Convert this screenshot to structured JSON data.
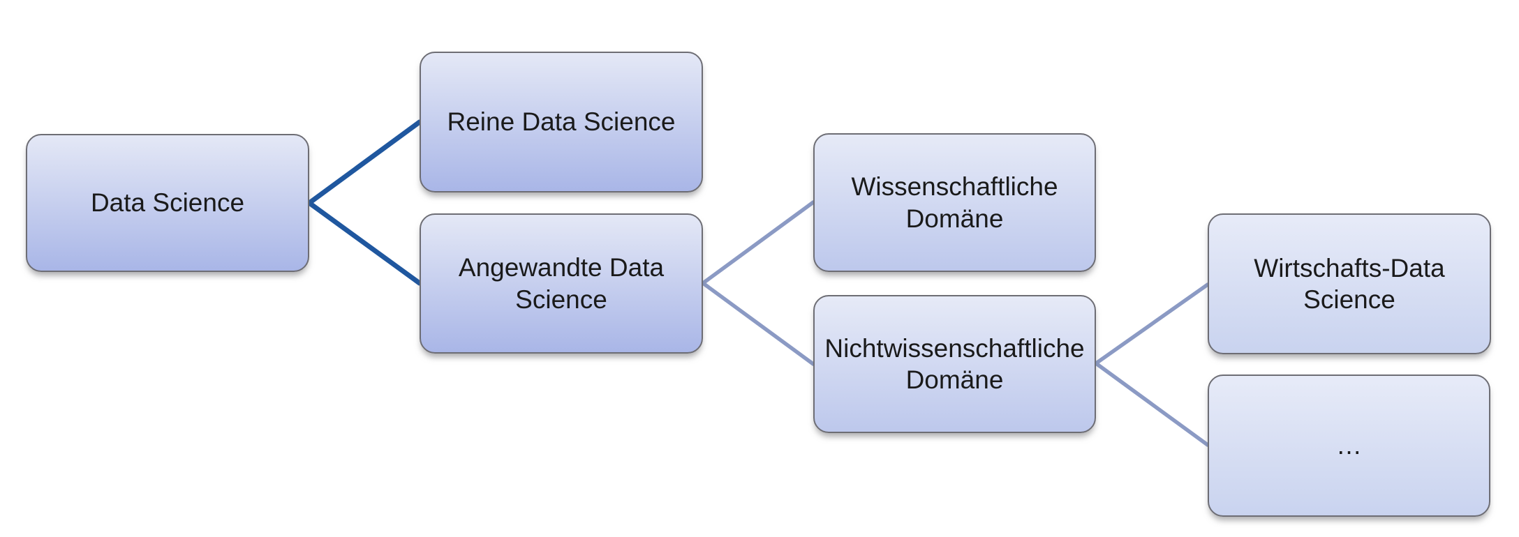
{
  "diagram": {
    "type": "hierarchy-tree",
    "orientation": "left-to-right",
    "nodes": [
      {
        "id": "data-science",
        "label": "Data Science",
        "level": 1
      },
      {
        "id": "reine",
        "label": "Reine Data Science",
        "level": 2
      },
      {
        "id": "angewandte",
        "label": "Angewandte Data Science",
        "level": 2
      },
      {
        "id": "wissenschaftliche",
        "label": "Wissenschaftliche Domäne",
        "level": 3
      },
      {
        "id": "nichtwissenschaftliche",
        "label": "Nichtwissenschaftliche Domäne",
        "level": 3
      },
      {
        "id": "wirtschafts",
        "label": "Wirtschafts-Data Science",
        "level": 4
      },
      {
        "id": "ellipsis",
        "label": "…",
        "level": 4
      }
    ],
    "edges": [
      {
        "from": "data-science",
        "to": "reine",
        "style": "dark"
      },
      {
        "from": "data-science",
        "to": "angewandte",
        "style": "dark"
      },
      {
        "from": "angewandte",
        "to": "wissenschaftliche",
        "style": "light"
      },
      {
        "from": "angewandte",
        "to": "nichtwissenschaftliche",
        "style": "light"
      },
      {
        "from": "nichtwissenschaftliche",
        "to": "wirtschafts",
        "style": "light"
      },
      {
        "from": "nichtwissenschaftliche",
        "to": "ellipsis",
        "style": "light"
      }
    ]
  },
  "colors": {
    "background": "#ffffff",
    "node_border": "#6d6d74",
    "node_text": "#1a1a1a",
    "connector_dark": "#1f579f",
    "connector_light": "#8b9ac4",
    "level12_top": "#e4e8f6",
    "level12_bottom": "#a9b6e7",
    "level3_top": "#e6eaf7",
    "level3_bottom": "#bdc8ec",
    "level4_top": "#e7ebf8",
    "level4_bottom": "#c9d3ef"
  }
}
